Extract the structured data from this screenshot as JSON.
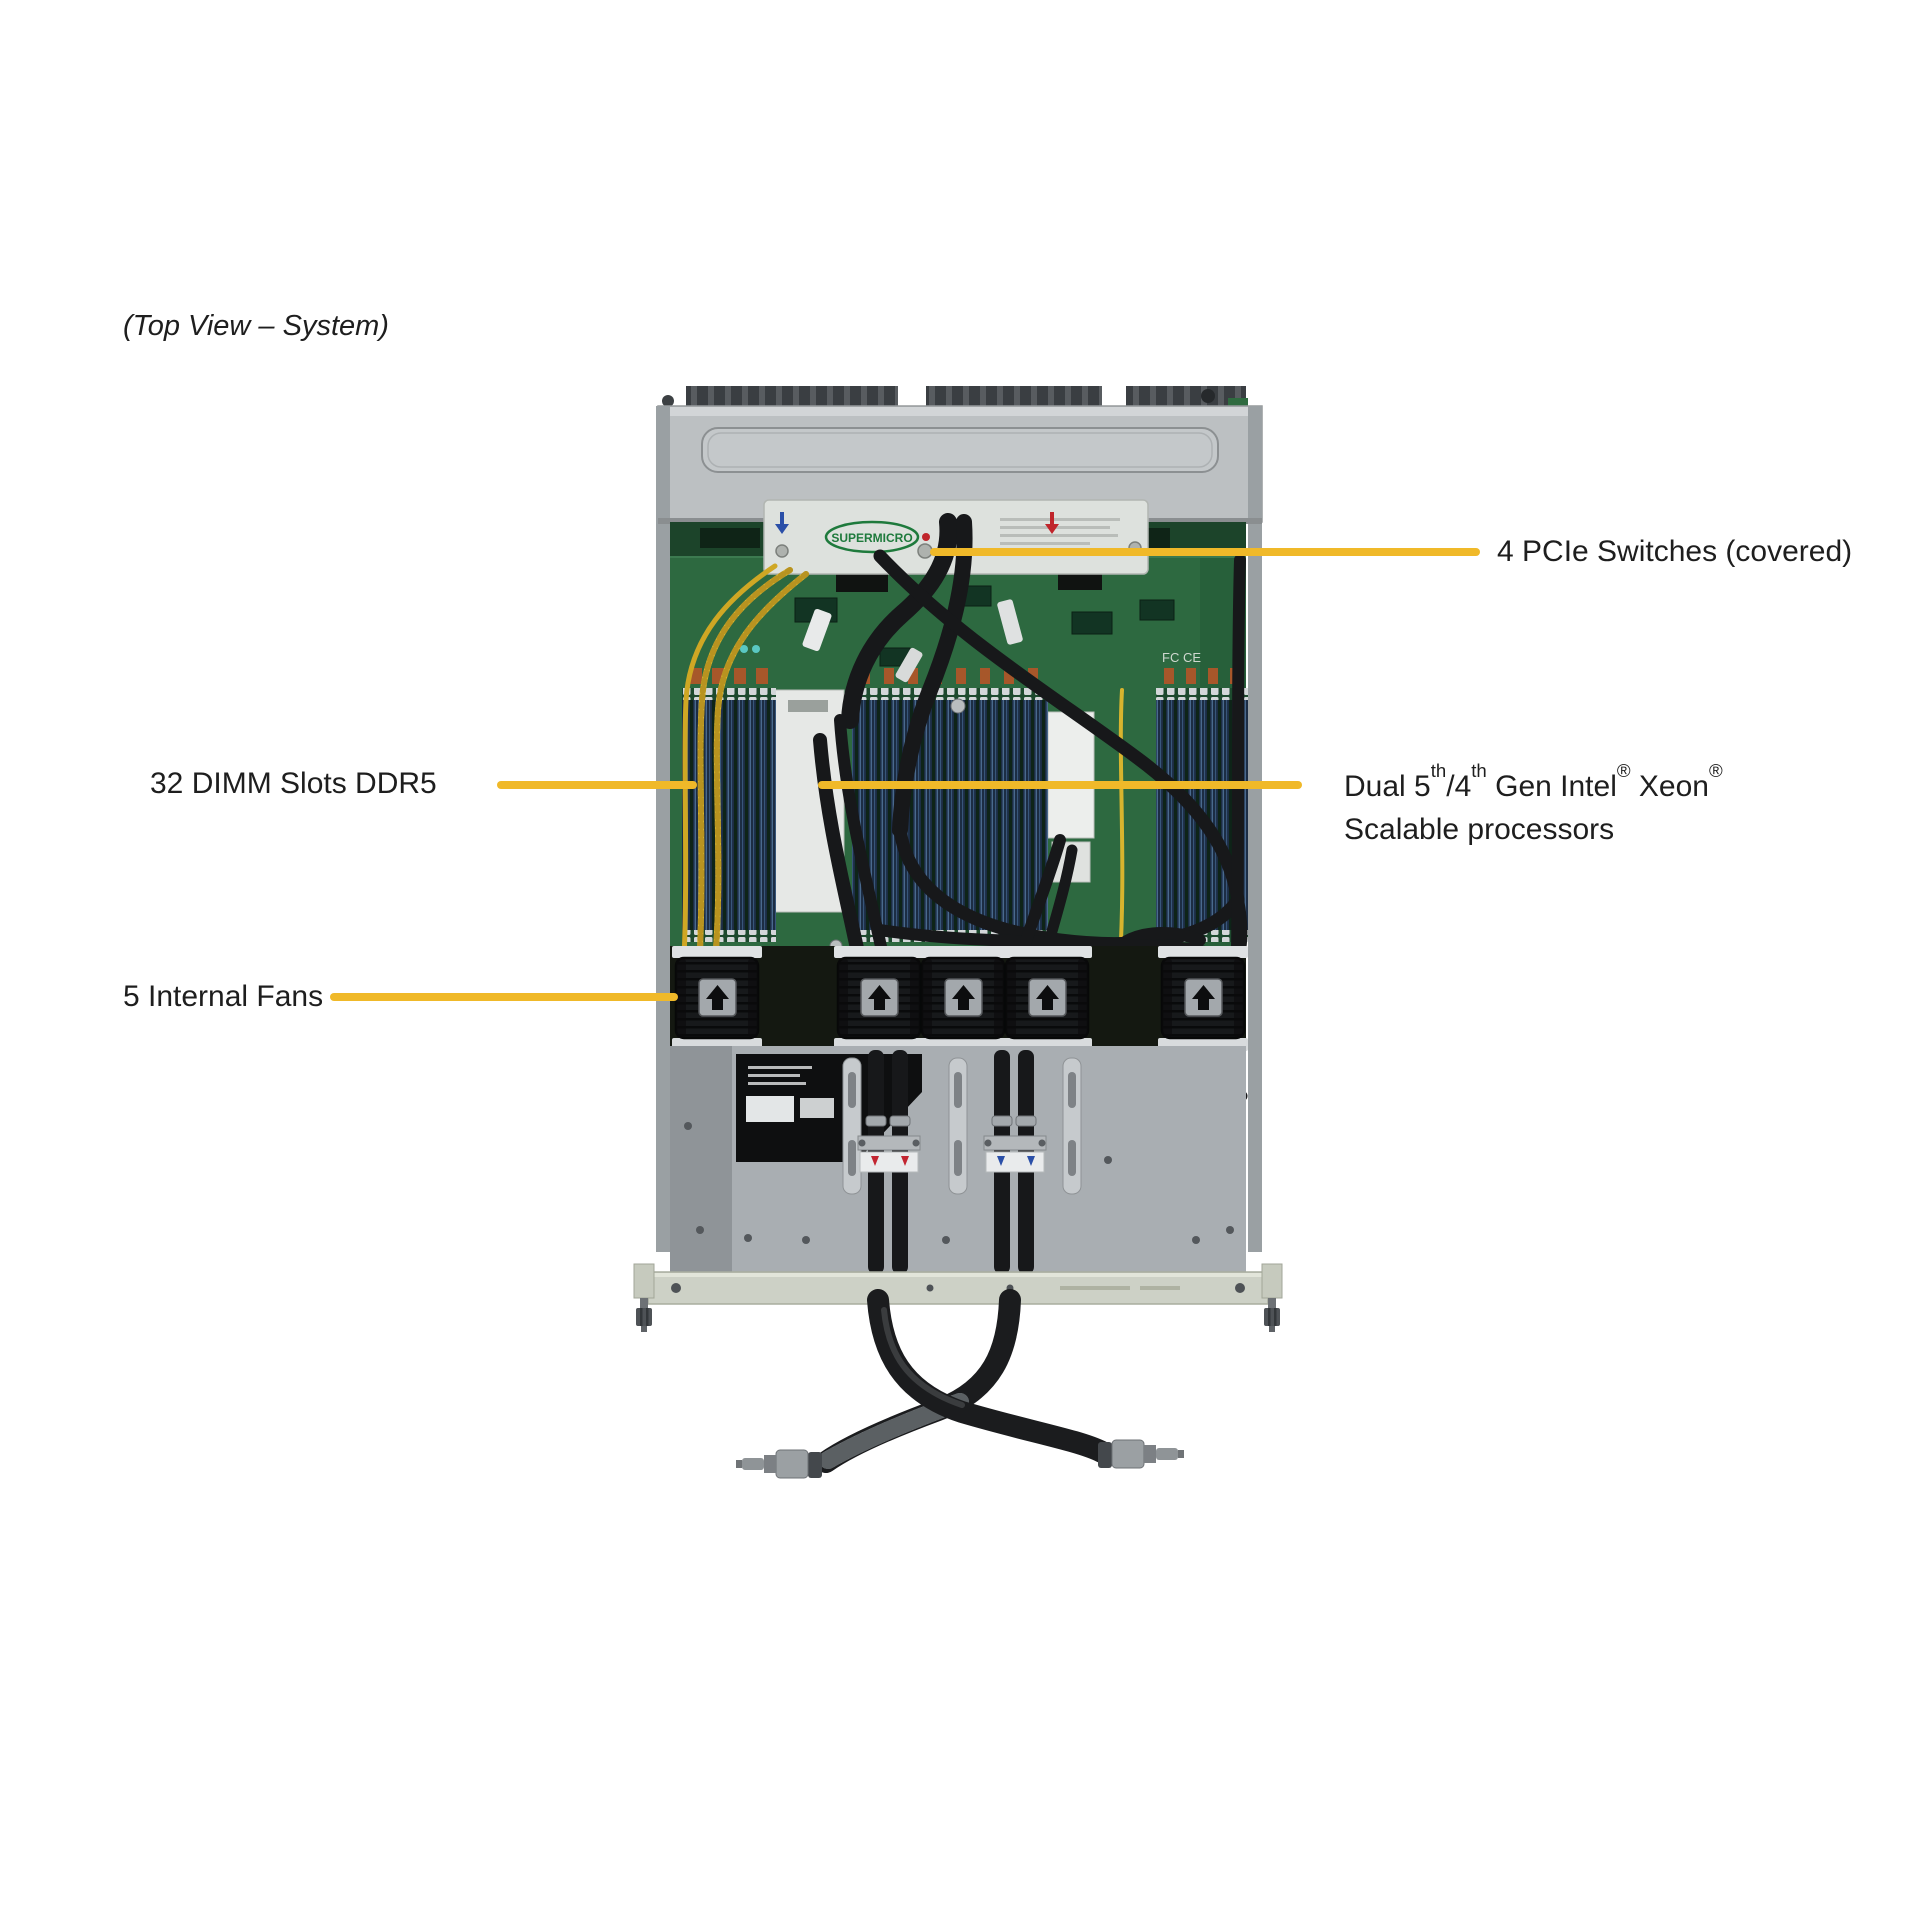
{
  "title": {
    "text": "(Top View – System)"
  },
  "callouts": {
    "pcie_switches": {
      "label": "4 PCIe Switches (covered)"
    },
    "dimm_slots": {
      "label": "32 DIMM Slots DDR5"
    },
    "processors": {
      "prefix": "Dual 5",
      "sup1": "th",
      "mid1": "/4",
      "sup2": "th",
      "mid2": " Gen Intel",
      "reg1": "®",
      "mid3": " Xeon",
      "reg2": "®",
      "line2": "Scalable processors"
    },
    "fans": {
      "label": "5 Internal Fans"
    }
  },
  "graphic": {
    "board_logo": "SUPERMICRO",
    "board_marking": "FC CE",
    "accent_color": "#f0b929",
    "pcb_color": "#2d6940",
    "chassis_color": "#bcc0c2",
    "dimm_slot_color": "#1c2d44",
    "fan_color": "#17191b",
    "hose_color": "#1b1c1e"
  }
}
